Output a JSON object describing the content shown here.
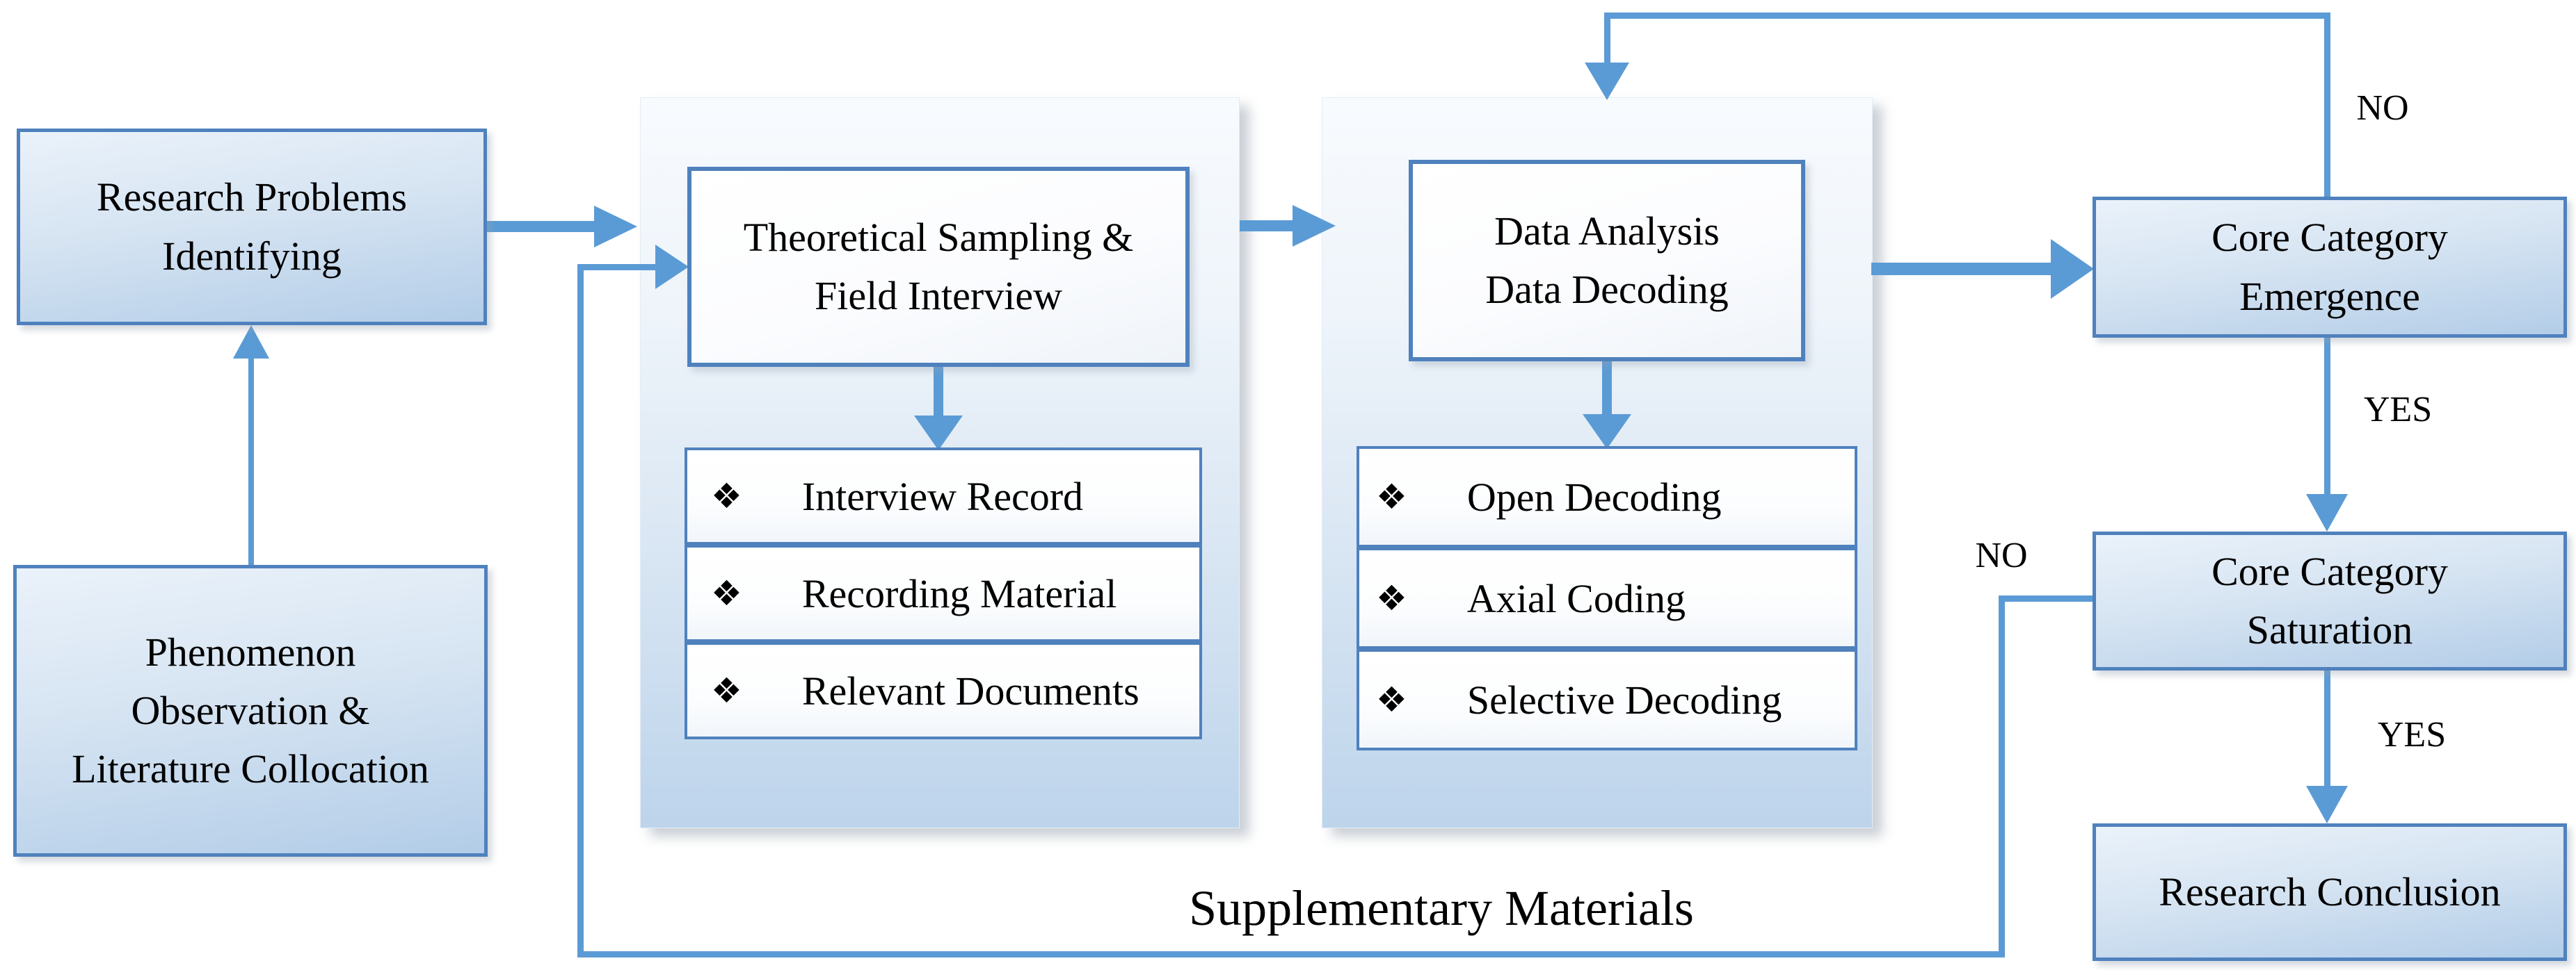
{
  "nodes": {
    "research_problems": "Research Problems\nIdentifying",
    "phenomenon": "Phenomenon\nObservation &\nLiterature Collocation",
    "theoretical_sampling": "Theoretical Sampling &\nField Interview",
    "data_analysis": "Data Analysis\nData Decoding",
    "core_category_emergence": "Core Category\nEmergence",
    "core_category_saturation": "Core Category\nSaturation",
    "research_conclusion": "Research Conclusion"
  },
  "lists": {
    "bullet": "❖",
    "sampling_materials": [
      "Interview Record",
      "Recording Material",
      "Relevant Documents"
    ],
    "decoding_steps": [
      "Open Decoding",
      "Axial Coding",
      "Selective Decoding"
    ]
  },
  "edge_labels": {
    "emergence_no": "NO",
    "emergence_yes": "YES",
    "saturation_no": "NO",
    "saturation_yes": "YES"
  },
  "caption": "Supplementary Materials",
  "colors": {
    "arrow": "#5b9bd5",
    "border": "#4f81bd",
    "node_top": "#eaf2fa",
    "node_mid": "#d6e4f2",
    "node_bottom": "#b3cde8",
    "panel_top": "#f8fbfe",
    "panel_bottom": "#bdd4eb",
    "ink": "#000000"
  }
}
